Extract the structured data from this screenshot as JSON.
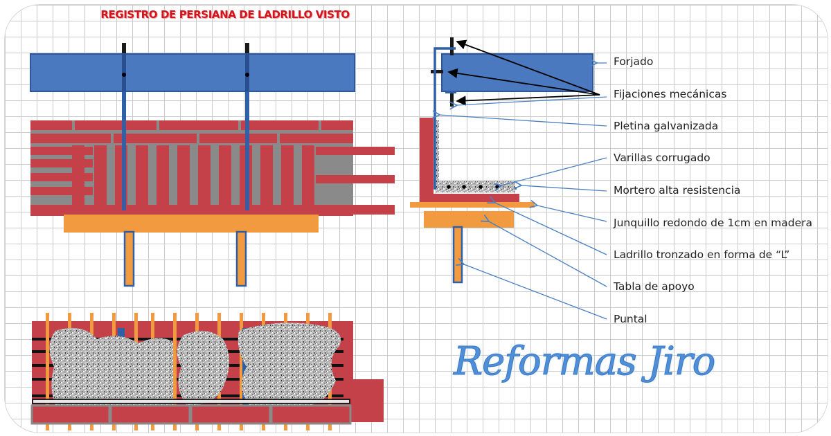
{
  "title": "REGISTRO DE PERSIANA DE LADRILLO VISTO",
  "labels": [
    "Forjado",
    "Fijaciones mecánicas",
    "Pletina galvanizada",
    "Varillas corrugado",
    "Mortero alta resistencia",
    "Junquillo redondo de 1cm en madera",
    "Ladrillo tronzado en forma de “L”",
    "Tabla de apoyo",
    "Puntal"
  ],
  "logo": "Reformas Jiro",
  "colors": {
    "forjado": "#4a79bf",
    "brick": "#c4414a",
    "mortar": "#8a8a8a",
    "wood": "#f29a3f",
    "steel": "#2f5fa7",
    "leader": "#4a7fc0",
    "title": "#d1151d"
  }
}
